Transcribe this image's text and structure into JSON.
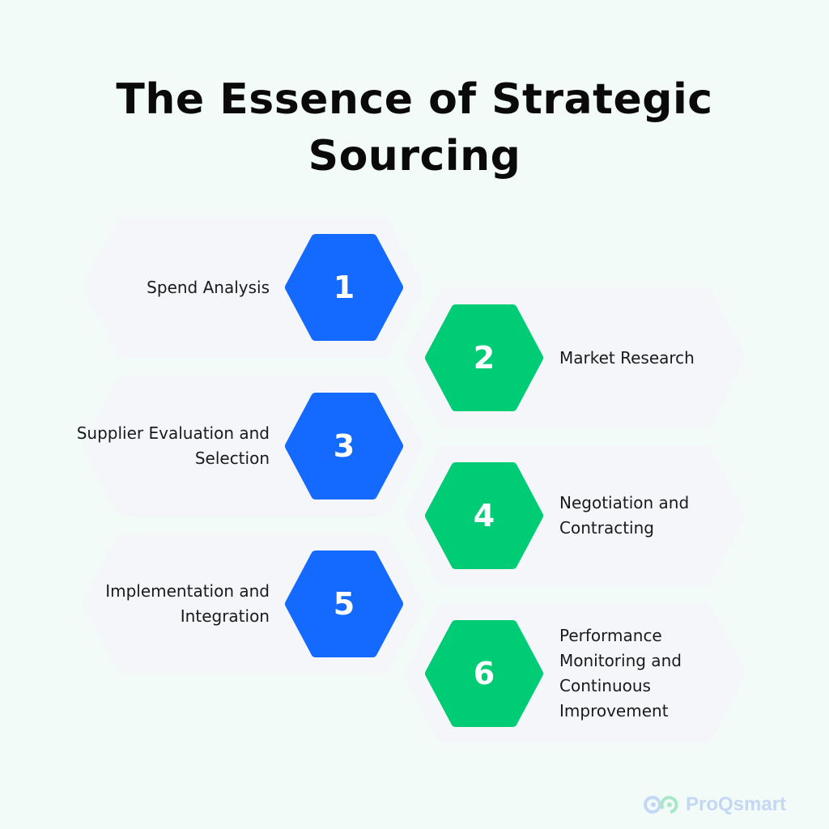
{
  "title": "The Essence of Strategic Sourcing",
  "title_line1": "The Essence of Strategic",
  "title_line2": "Sourcing",
  "colors": {
    "background": "#f2fbf8",
    "card": "#f4f6f9",
    "blue": "#1469fe",
    "green": "#00cc76"
  },
  "steps": [
    {
      "number": "1",
      "label": "Spend Analysis",
      "side": "left",
      "color": "blue"
    },
    {
      "number": "2",
      "label": "Market Research",
      "side": "right",
      "color": "green"
    },
    {
      "number": "3",
      "label": "Supplier Evaluation and Selection",
      "side": "left",
      "color": "blue"
    },
    {
      "number": "4",
      "label": "Negotiation and Contracting",
      "side": "right",
      "color": "green"
    },
    {
      "number": "5",
      "label": "Implementation and Integration",
      "side": "left",
      "color": "blue"
    },
    {
      "number": "6",
      "label": "Performance Monitoring and Continuous Improvement",
      "side": "right",
      "color": "green"
    }
  ],
  "logo": {
    "text": "ProQsmart"
  }
}
